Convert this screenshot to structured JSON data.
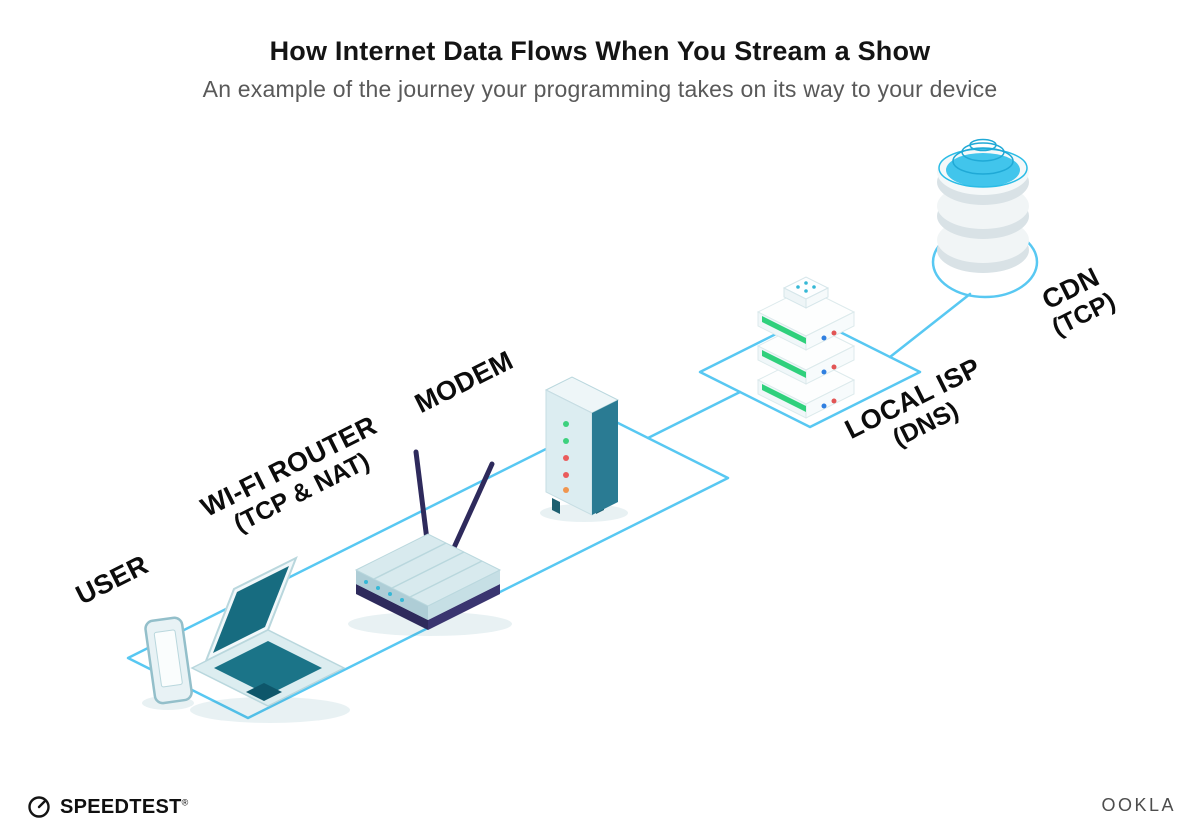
{
  "header": {
    "title": "How Internet Data Flows When You Stream a Show",
    "subtitle": "An example of the journey your programming takes on its way to your device"
  },
  "nodes": [
    {
      "id": "user",
      "label": "USER",
      "sublabel": ""
    },
    {
      "id": "wifi-router",
      "label": "WI-FI ROUTER",
      "sublabel": "(TCP & NAT)"
    },
    {
      "id": "modem",
      "label": "MODEM",
      "sublabel": ""
    },
    {
      "id": "local-isp",
      "label": "LOCAL ISP",
      "sublabel": "(DNS)"
    },
    {
      "id": "cdn",
      "label": "CDN",
      "sublabel": "(TCP)"
    }
  ],
  "footer": {
    "brand": "SPEEDTEST",
    "brand_mark": "®",
    "logo": "OOKLA"
  },
  "colors": {
    "connection_line": "#58c8f2",
    "teal_dark": "#176c80",
    "teal_light": "#dcedf1",
    "navy": "#2e2a5c",
    "server_green": "#2fd07c",
    "cdn_cyan": "#41c5ec",
    "led_green": "#3dd17e",
    "led_red": "#ea5c5c",
    "dot_blue": "#2f7fe0",
    "dot_red": "#e25555"
  }
}
